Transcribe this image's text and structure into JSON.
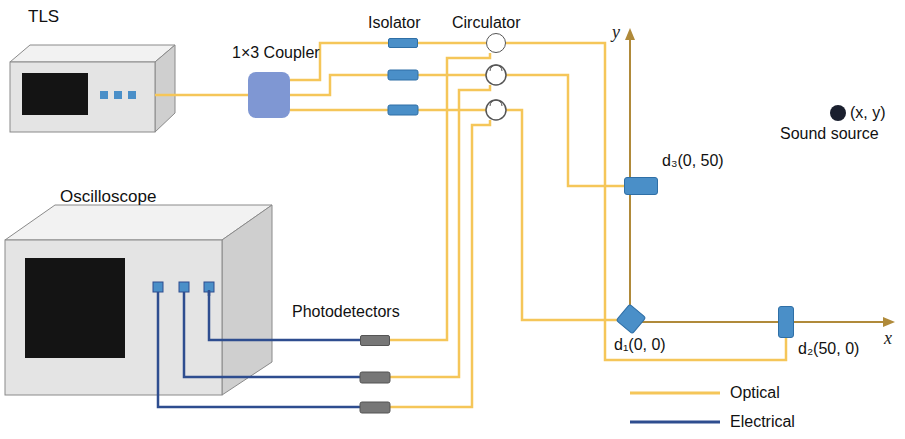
{
  "diagram": {
    "nodes": [
      {
        "text": [
          "TLS"
        ]
      },
      {
        "text": [
          "1×3 Coupler"
        ]
      },
      {
        "text": [
          "Isolator"
        ]
      },
      {
        "text": [
          "Circulator"
        ]
      },
      {
        "text": [
          "Oscilloscope"
        ]
      },
      {
        "text": [
          "Photodetectors"
        ]
      },
      {
        "text": [
          "d₃(0, 50)"
        ]
      },
      {
        "text": [
          "d₁(0, 0)"
        ]
      },
      {
        "text": [
          "d₂(50, 0)"
        ]
      },
      {
        "text": [
          "(x, y)",
          "Sound source"
        ]
      }
    ],
    "edges": [
      {
        "from": 0,
        "to": 1,
        "arrow": "none"
      },
      {
        "from": 1,
        "to": 2,
        "arrow": "none"
      },
      {
        "from": 2,
        "to": 3,
        "arrow": "none"
      },
      {
        "from": 3,
        "to": 8,
        "arrow": "none"
      },
      {
        "from": 3,
        "to": 5,
        "arrow": "none"
      },
      {
        "from": 5,
        "to": 4,
        "arrow": "none"
      }
    ],
    "labels": [
      "y",
      "x"
    ],
    "legend": [
      {
        "text": "Optical"
      },
      {
        "text": "Electrical"
      }
    ]
  }
}
